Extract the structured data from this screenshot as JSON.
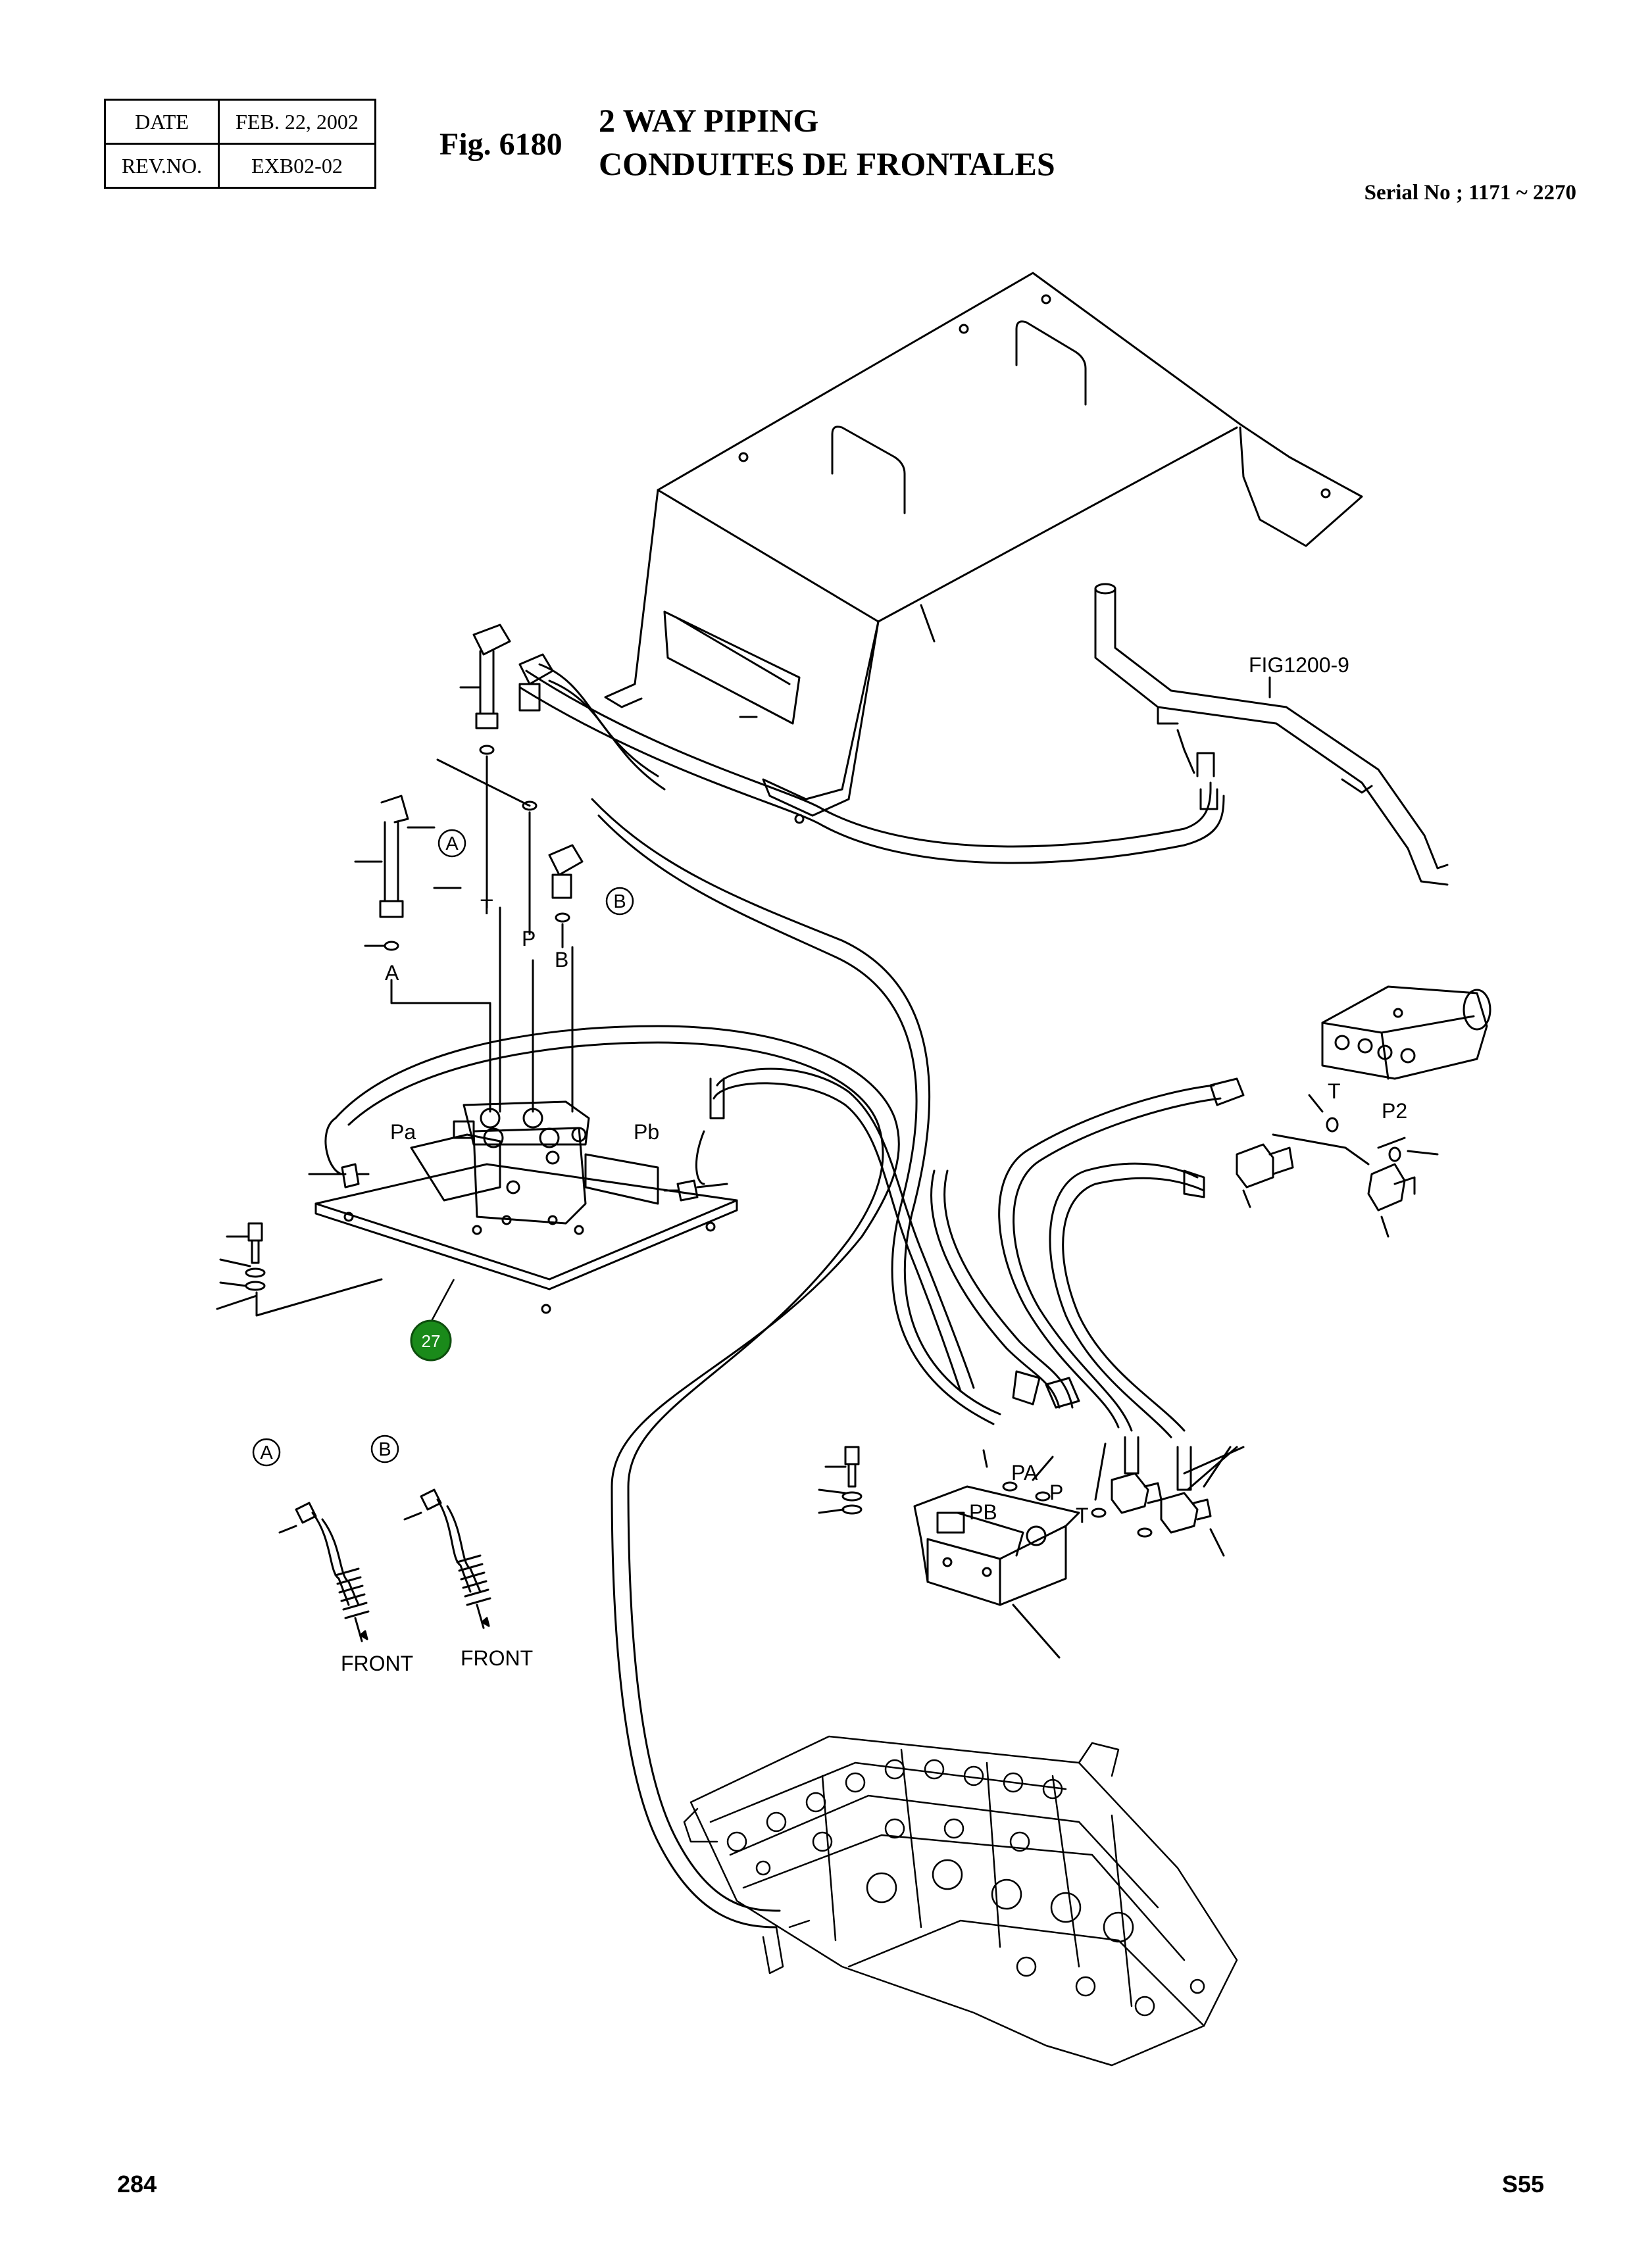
{
  "header": {
    "date_label": "DATE",
    "date_value": "FEB. 22, 2002",
    "rev_label": "REV.NO.",
    "rev_value": "EXB02-02",
    "figure_number": "Fig. 6180",
    "title_line1": "2 WAY PIPING",
    "title_line2": "CONDUITES DE FRONTALES",
    "serial": "Serial No ; 1171 ~ 2270"
  },
  "diagram": {
    "ref_figure": "FIG1200-9",
    "port_labels": {
      "t_upper": "T",
      "p_upper": "P",
      "b_upper": "B",
      "a_upper": "A",
      "pa_valve": "Pa",
      "pb_valve": "Pb",
      "pa_lower": "PA",
      "pb_lower": "PB",
      "p_lower": "P",
      "t_lower": "T",
      "t_right": "T",
      "p2_right": "P2"
    },
    "circle_labels": {
      "a_top": "A",
      "b_top": "B",
      "a_bottom": "A",
      "b_bottom": "B"
    },
    "callout_number": "27",
    "callout_color": "#1a8a1a",
    "front_left": "FRONT",
    "front_right": "FRONT"
  },
  "footer": {
    "page_number": "284",
    "section_code": "S55"
  }
}
